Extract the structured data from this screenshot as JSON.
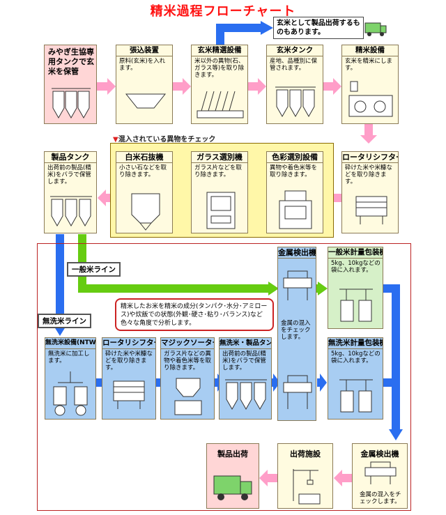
{
  "title": "精米過程フローチャート",
  "callout": "玄米として製品出荷するものもあります。",
  "check_label": "混入されている異物をチェック",
  "line_general": "一般米ライン",
  "line_musen": "無洗米ライン",
  "analysis_note": "精米したお米を精米の成分(タンパク･水分･アミロース)や炊飯での状態(外観･硬さ･粘り･バランス)など色々な角度で分析します。",
  "row1": [
    {
      "title": "みやぎ生協専用タンクで玄米を保管",
      "desc": ""
    },
    {
      "title": "張込装置",
      "desc": "原料(玄米)を入れます。"
    },
    {
      "title": "玄米精選設備",
      "desc": "米以外の異物(石、ガラス等)を取り除きます。"
    },
    {
      "title": "玄米タンク",
      "desc": "産地、品種別に保管されます。"
    },
    {
      "title": "精米設備",
      "desc": "玄米を精米にします。"
    }
  ],
  "row2": [
    {
      "title": "製品タンク",
      "desc": "出荷前の製品(精米)をバラで保管します。"
    },
    {
      "title": "白米石抜機",
      "desc": "小さい石などを取り除きます。"
    },
    {
      "title": "ガラス選別機",
      "desc": "ガラス片などを取り除きます。"
    },
    {
      "title": "色彩選別設備",
      "desc": "異物や着色米等を取り除きます。"
    },
    {
      "title": "ロータリシフター",
      "desc": "砕けた米や米糠などを取り除きます。"
    }
  ],
  "metal1": {
    "title": "金属検出機",
    "desc": "金属の混入をチェックします。"
  },
  "general_pack": {
    "title": "一般米計量包装機",
    "desc": "5kg、10kgなどの袋に入れます。"
  },
  "musen_pack": {
    "title": "無洗米計量包装機",
    "desc": "5kg、10kgなどの袋に入れます。"
  },
  "row3": [
    {
      "title": "無洗米設備(NTWP)",
      "desc": "無洗米に加工します。"
    },
    {
      "title": "ロータリシフター",
      "desc": "砕けた米や米糠などを取り除きます。"
    },
    {
      "title": "マジックソーター",
      "desc": "ガラス片などの異物や着色米等を取り除きます。"
    },
    {
      "title": "無洗米・製品タンク",
      "desc": "出荷前の製品(精米)をバラで保管します。"
    }
  ],
  "row4": [
    {
      "title": "製品出荷",
      "desc": ""
    },
    {
      "title": "出荷施設",
      "desc": ""
    },
    {
      "title": "金属検出機",
      "desc": "金属の混入をチェックします。"
    }
  ],
  "colors": {
    "pink_arrow": "#ff9ec8",
    "blue_arrow": "#2a6ef0",
    "green_arrow": "#66cc11",
    "title_red": "#ff1111"
  }
}
